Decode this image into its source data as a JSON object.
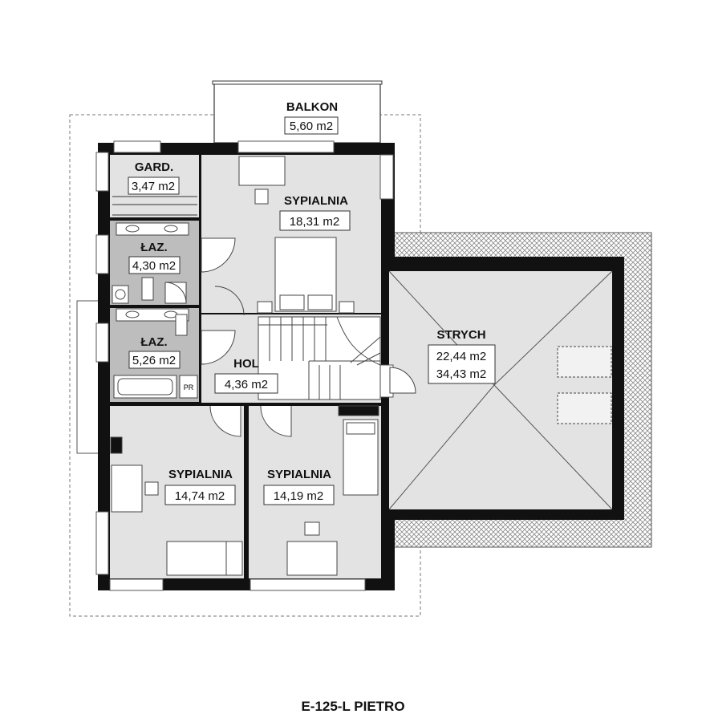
{
  "drawing": {
    "title": "E-125-L PIETRO",
    "rooms": [
      {
        "id": "balkon",
        "name": "BALKON",
        "areas": [
          "5,60 m2"
        ]
      },
      {
        "id": "gard",
        "name": "GARD.",
        "areas": [
          "3,47 m2"
        ]
      },
      {
        "id": "sypialnia-main",
        "name": "SYPIALNIA",
        "areas": [
          "18,31 m2"
        ]
      },
      {
        "id": "laz-1",
        "name": "ŁAZ.",
        "areas": [
          "4,30 m2"
        ]
      },
      {
        "id": "laz-2",
        "name": "ŁAZ.",
        "areas": [
          "5,26 m2"
        ]
      },
      {
        "id": "hol",
        "name": "HOL",
        "areas": [
          "4,36 m2"
        ]
      },
      {
        "id": "strych",
        "name": "STRYCH",
        "areas": [
          "22,44 m2",
          "34,43 m2"
        ]
      },
      {
        "id": "sypialnia-left",
        "name": "SYPIALNIA",
        "areas": [
          "14,74 m2"
        ]
      },
      {
        "id": "sypialnia-right",
        "name": "SYPIALNIA",
        "areas": [
          "14,19 m2"
        ]
      }
    ],
    "fixture_labels": {
      "pr": "PR"
    },
    "colors": {
      "wall": "#111111",
      "floor": "#e3e3e3",
      "bathroom_floor": "#bdbdbd",
      "outline": "#333333",
      "roof_hatch": "#888888"
    }
  }
}
